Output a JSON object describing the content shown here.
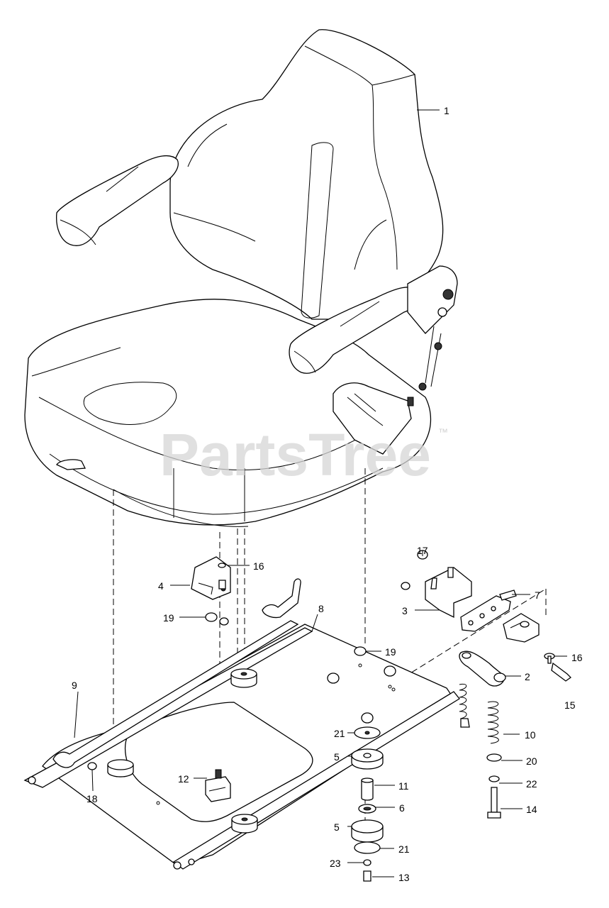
{
  "watermark": {
    "brand": "PartsTree",
    "trademark": "™"
  },
  "callouts": [
    {
      "id": "c1",
      "label": "1"
    },
    {
      "id": "c2",
      "label": "2"
    },
    {
      "id": "c3",
      "label": "3"
    },
    {
      "id": "c4",
      "label": "4"
    },
    {
      "id": "c5a",
      "label": "5"
    },
    {
      "id": "c5b",
      "label": "5"
    },
    {
      "id": "c6",
      "label": "6"
    },
    {
      "id": "c7",
      "label": "7"
    },
    {
      "id": "c8",
      "label": "8"
    },
    {
      "id": "c9",
      "label": "9"
    },
    {
      "id": "c10",
      "label": "10"
    },
    {
      "id": "c11",
      "label": "11"
    },
    {
      "id": "c12",
      "label": "12"
    },
    {
      "id": "c13",
      "label": "13"
    },
    {
      "id": "c14",
      "label": "14"
    },
    {
      "id": "c15",
      "label": "15"
    },
    {
      "id": "c16a",
      "label": "16"
    },
    {
      "id": "c16b",
      "label": "16"
    },
    {
      "id": "c17",
      "label": "17"
    },
    {
      "id": "c18",
      "label": "18"
    },
    {
      "id": "c19a",
      "label": "19"
    },
    {
      "id": "c19b",
      "label": "19"
    },
    {
      "id": "c20",
      "label": "20"
    },
    {
      "id": "c21a",
      "label": "21"
    },
    {
      "id": "c21b",
      "label": "21"
    },
    {
      "id": "c22",
      "label": "22"
    },
    {
      "id": "c23",
      "label": "23"
    }
  ]
}
